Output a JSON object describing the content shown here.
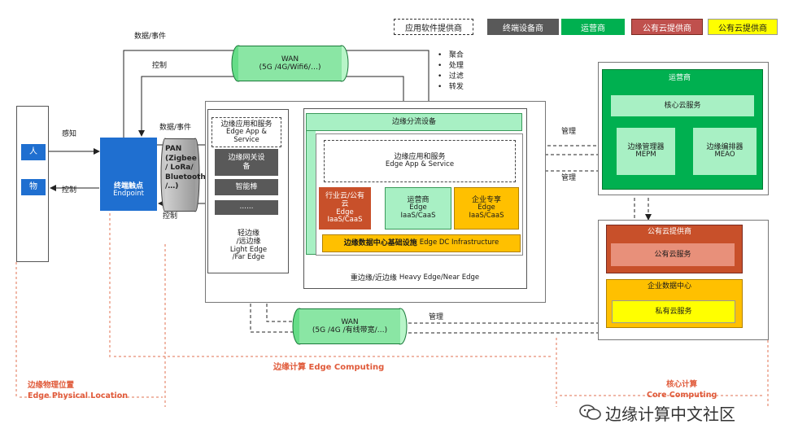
{
  "legend": [
    {
      "id": "app",
      "label": "应用软件提供商",
      "bg": "#ffffff",
      "fg": "#1a1a1a",
      "border": "dashed"
    },
    {
      "id": "terminal",
      "label": "终端设备商",
      "bg": "#595959",
      "fg": "#ffffff",
      "border": "none"
    },
    {
      "id": "operator",
      "label": "运营商",
      "bg": "#00b050",
      "fg": "#ffffff",
      "border": "none"
    },
    {
      "id": "public_cloud",
      "label": "公有云提供商",
      "bg": "#c0504d",
      "fg": "#ffffff",
      "border": "none"
    },
    {
      "id": "public_cloud2",
      "label": "公有云提供商",
      "bg": "#ffff00",
      "fg": "#1a1a1a",
      "border": "none"
    }
  ],
  "left": {
    "person": "人",
    "thing": "物",
    "sense": "感知",
    "control": "控制"
  },
  "endpoint": {
    "zh": "终端触点",
    "en": "Endpoint"
  },
  "top_labels": {
    "data_event_top": "数据/事件",
    "control_top": "控制",
    "data_event_mid": "数据/事件",
    "control_low": "控制"
  },
  "wan_top": {
    "l1": "WAN",
    "l2": "(5G /4G/Wifi6/…)"
  },
  "bullets": [
    "聚合",
    "处理",
    "过滤",
    "转发"
  ],
  "pan": {
    "l1": "PAN",
    "l2": "(Zigbee",
    "l3": "/ LoRa/",
    "l4": "Bluetooth",
    "l5": "/…)"
  },
  "light_edge": {
    "app_zh": "边缘应用和服务",
    "app_en": "Edge App &",
    "app_en2": "Service",
    "gateway": "边缘网关设",
    "gateway2": "备",
    "stick": "智能棒",
    "more": "……",
    "title_zh1": "轻边缘",
    "title_zh2": "/远边缘",
    "title_en1": "Light Edge",
    "title_en2": "/Far Edge"
  },
  "heavy_edge": {
    "offload": "边缘分流设备",
    "app_zh": "边缘应用和服务",
    "app_en": "Edge App & Service",
    "industry_zh1": "行业云/公有",
    "industry_zh2": "云",
    "industry_en1": "Edge",
    "industry_en2": "IaaS/CaaS",
    "operator_zh": "运营商",
    "operator_en1": "Edge",
    "operator_en2": "IaaS/CaaS",
    "enterprise_zh": "企业专享",
    "enterprise_en1": "Edge",
    "enterprise_en2": "IaaS/CaaS",
    "dc": "边缘数据中心基础设施",
    "dc_en": "Edge DC Infrastructure",
    "title": "重边缘/近边缘",
    "title_en": "Heavy Edge/Near Edge"
  },
  "manage": {
    "m1": "管理",
    "m2": "管理",
    "m3": "管理"
  },
  "operator_box": {
    "title": "运营商",
    "core": "核心云服务",
    "mepm_zh": "边缘管理器",
    "mepm_en": "MEPM",
    "meao_zh": "边缘编排器",
    "meao_en": "MEAO"
  },
  "public_box": {
    "title": "公有云提供商",
    "service": "公有云服务"
  },
  "enterprise_dc": {
    "title": "企业数据中心",
    "service": "私有云服务"
  },
  "wan_bottom": {
    "l1": "WAN",
    "l2": "(5G /4G /有线带宽/…)"
  },
  "bottom": {
    "edge_computing": "边缘计算",
    "edge_computing_en": "Edge Computing",
    "physical_zh": "边缘物理位置",
    "physical_en": "Edge Physical Location",
    "core_zh": "核心计算",
    "core_en": "Core Computing"
  },
  "watermark": "边缘计算中文社区"
}
